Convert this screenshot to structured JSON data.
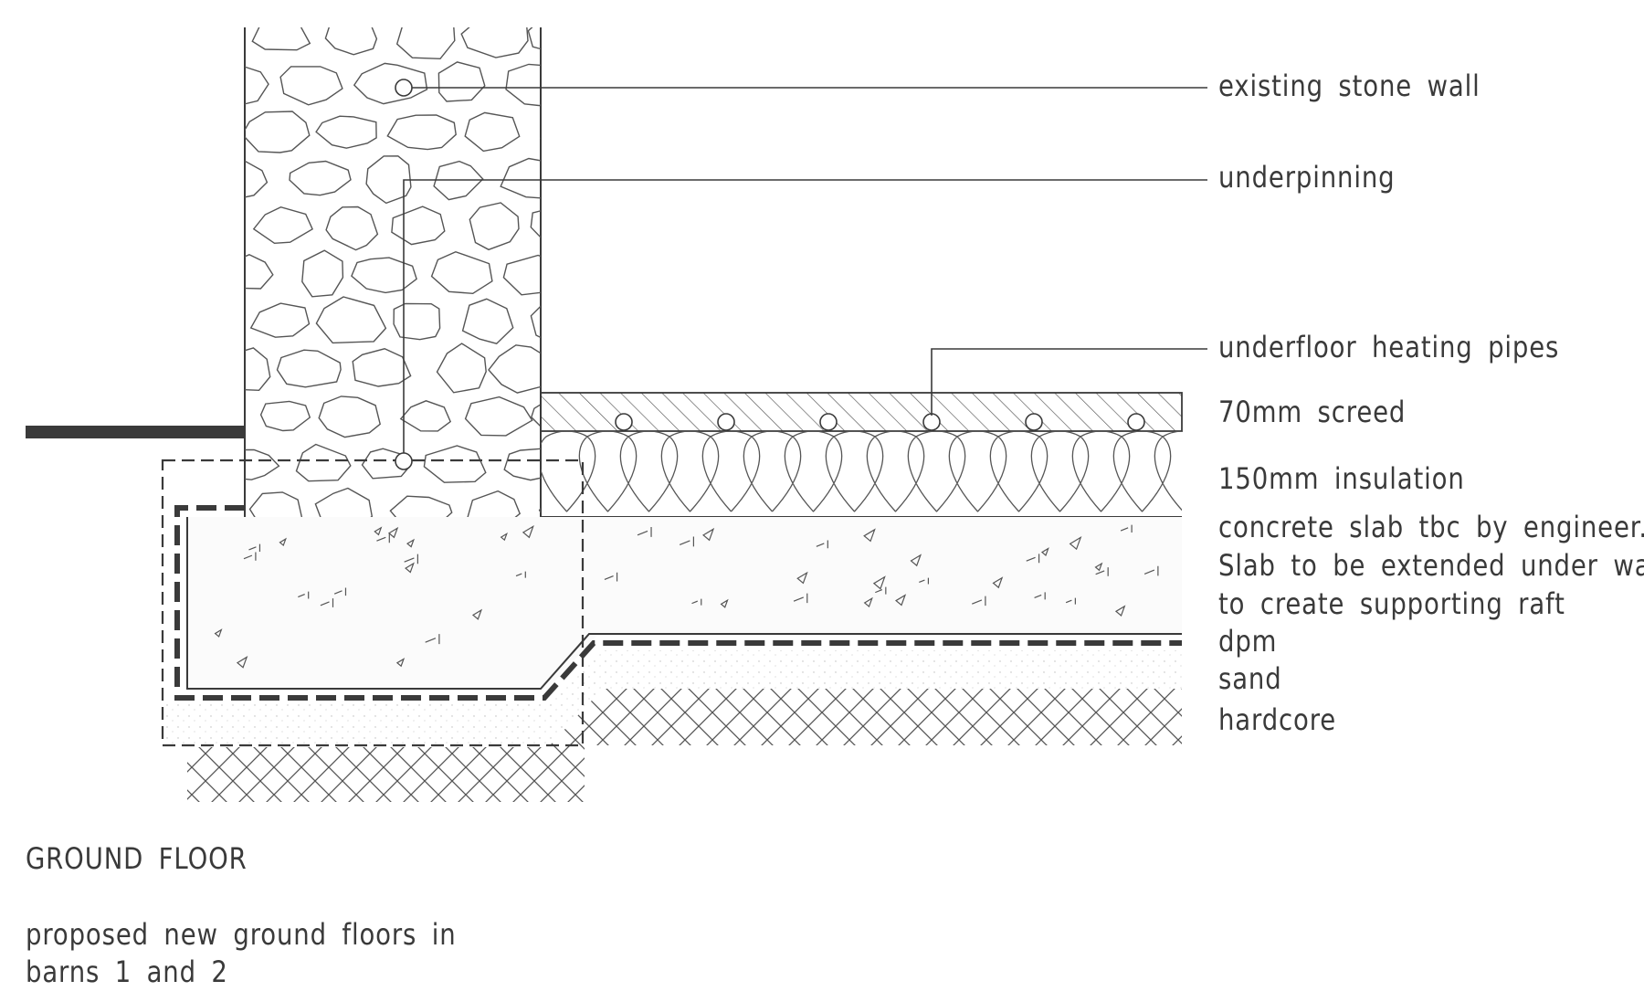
{
  "labels": {
    "existing_stone_wall": "existing stone wall",
    "underpinning": "underpinning",
    "underfloor_heating_pipes": "underfloor heating pipes",
    "screed": "70mm screed",
    "insulation": "150mm insulation",
    "slab_line1": "concrete slab tbc by engineer.",
    "slab_line2": "Slab to be extended under walls",
    "slab_line3": "to create supporting raft",
    "dpm": "dpm",
    "sand": "sand",
    "hardcore": "hardcore"
  },
  "title": {
    "heading": "GROUND FLOOR",
    "caption_line1": "proposed new ground floors in",
    "caption_line2": "barns 1 and 2"
  },
  "colors": {
    "line": "#3a3a3a",
    "thin_line": "#555555",
    "fill_texture": "#d8d8d8"
  }
}
